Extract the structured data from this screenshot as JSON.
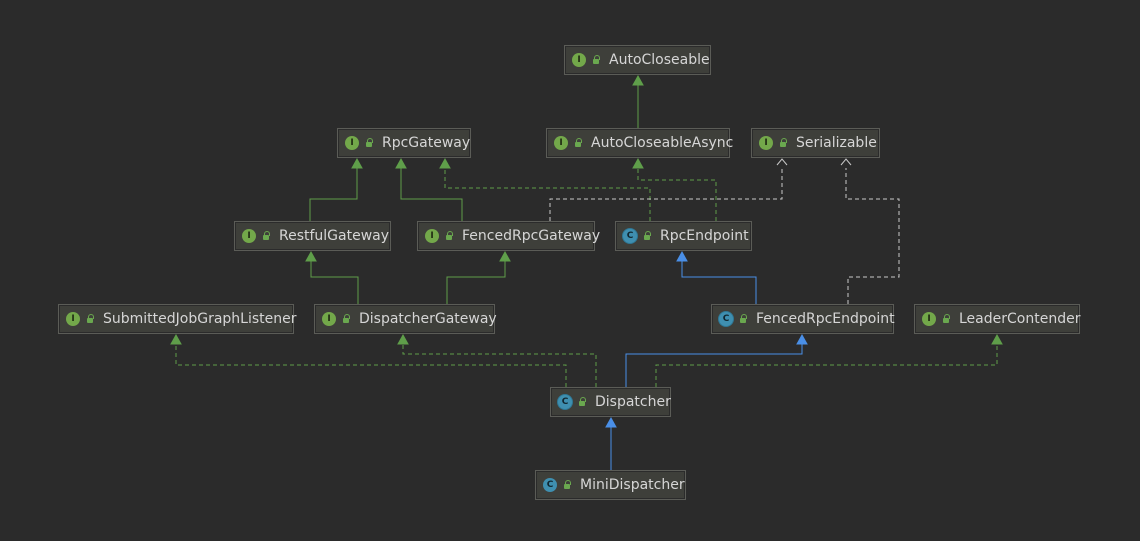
{
  "colors": {
    "background": "#2b2b2b",
    "extends_class": "#4a8fe7",
    "extends_interface": "#5f9e4a",
    "implements": "#5f9e4a",
    "external_implements": "#c8c8c8"
  },
  "nodes": [
    {
      "id": "autocloseable",
      "label": "AutoCloseable",
      "kind": "interface",
      "kind_glyph": "I"
    },
    {
      "id": "rpcgateway",
      "label": "RpcGateway",
      "kind": "interface",
      "kind_glyph": "I"
    },
    {
      "id": "autocloseableasync",
      "label": "AutoCloseableAsync",
      "kind": "interface",
      "kind_glyph": "I"
    },
    {
      "id": "serializable",
      "label": "Serializable",
      "kind": "interface",
      "kind_glyph": "I"
    },
    {
      "id": "restfulgateway",
      "label": "RestfulGateway",
      "kind": "interface",
      "kind_glyph": "I"
    },
    {
      "id": "fencedrpcgateway",
      "label": "FencedRpcGateway",
      "kind": "interface",
      "kind_glyph": "I"
    },
    {
      "id": "rpcendpoint",
      "label": "RpcEndpoint",
      "kind": "abstract-class",
      "kind_glyph": "C"
    },
    {
      "id": "submittedjobgraphlistener",
      "label": "SubmittedJobGraphListener",
      "kind": "interface",
      "kind_glyph": "I"
    },
    {
      "id": "dispatchergateway",
      "label": "DispatcherGateway",
      "kind": "interface",
      "kind_glyph": "I"
    },
    {
      "id": "fencedrpcendpoint",
      "label": "FencedRpcEndpoint",
      "kind": "abstract-class",
      "kind_glyph": "C"
    },
    {
      "id": "leadercontender",
      "label": "LeaderContender",
      "kind": "interface",
      "kind_glyph": "I"
    },
    {
      "id": "dispatcher",
      "label": "Dispatcher",
      "kind": "abstract-class",
      "kind_glyph": "C"
    },
    {
      "id": "minidispatcher",
      "label": "MiniDispatcher",
      "kind": "class",
      "kind_glyph": "C"
    }
  ],
  "edges": [
    {
      "from": "autocloseableasync",
      "to": "autocloseable",
      "type": "extends-interface"
    },
    {
      "from": "restfulgateway",
      "to": "rpcgateway",
      "type": "extends-interface"
    },
    {
      "from": "fencedrpcgateway",
      "to": "rpcgateway",
      "type": "extends-interface"
    },
    {
      "from": "dispatchergateway",
      "to": "restfulgateway",
      "type": "extends-interface"
    },
    {
      "from": "dispatchergateway",
      "to": "fencedrpcgateway",
      "type": "extends-interface"
    },
    {
      "from": "rpcendpoint",
      "to": "rpcgateway",
      "type": "implements"
    },
    {
      "from": "rpcendpoint",
      "to": "autocloseableasync",
      "type": "implements"
    },
    {
      "from": "fencedrpcgateway",
      "to": "serializable",
      "type": "external-implements"
    },
    {
      "from": "fencedrpcendpoint",
      "to": "serializable",
      "type": "external-implements"
    },
    {
      "from": "fencedrpcendpoint",
      "to": "rpcendpoint",
      "type": "extends-class"
    },
    {
      "from": "dispatcher",
      "to": "fencedrpcendpoint",
      "type": "extends-class"
    },
    {
      "from": "dispatcher",
      "to": "submittedjobgraphlistener",
      "type": "implements"
    },
    {
      "from": "dispatcher",
      "to": "dispatchergateway",
      "type": "implements"
    },
    {
      "from": "dispatcher",
      "to": "leadercontender",
      "type": "implements"
    },
    {
      "from": "minidispatcher",
      "to": "dispatcher",
      "type": "extends-class"
    }
  ]
}
